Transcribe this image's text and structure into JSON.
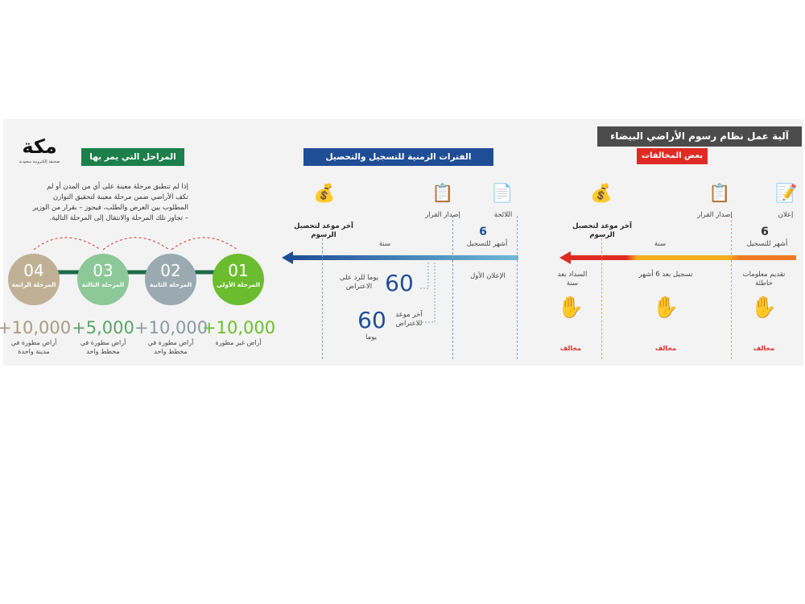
{
  "headers": {
    "main": "آلية عمل نظام رسوم الأراضي البيضاء",
    "violations": "بعض المخالفات",
    "periods": "الفترات الزمنية للتسجيل والتحصيل",
    "phases": "المراحل التي يمر بها"
  },
  "logo": {
    "text": "مكة",
    "tagline": "صحيفة إلكترونية سعودية"
  },
  "paragraph": "إذا لم تنطبق مرحلة معينة على أي من المدن أو لم تكف الأراضي ضمن مرحلة معينة لتحقيق التوازن المطلوب بين العرض والطلب، فيجوز – بقرار من الوزير – تجاوز تلك المرحلة والانتقال إلى المرحلة التالية.",
  "phases": [
    {
      "num": "01",
      "name": "المرحلة الأولى",
      "value": "+10,000",
      "desc": "أراض غير مطورة",
      "color": "#6bbd2f",
      "value_color": "#6bbd2f"
    },
    {
      "num": "02",
      "name": "المرحلة الثانية",
      "value": "+10,000",
      "desc": "أراض مطورة في مخطط واحد",
      "color": "#9aaab0",
      "value_color": "#8a9aa2"
    },
    {
      "num": "03",
      "name": "المرحلة الثالثة",
      "value": "+5,000",
      "desc": "أراض مطورة في مخطط واحد",
      "color": "#8cc898",
      "value_color": "#5aa36a"
    },
    {
      "num": "04",
      "name": "المرحلة الرابعة",
      "value": "+10,000",
      "desc": "أراض مطورة في مدينة واحدة",
      "color": "#c0b196",
      "value_color": "#a89c84"
    }
  ],
  "blue_timeline": {
    "deadline": "آخر موعد لتحصيل الرسوم",
    "decision": "إصدار القرار",
    "regulation": "اللائحة",
    "year": "سنة",
    "six": "6",
    "months": "أشهر للتسجيل",
    "first_announce": "الإعلان الأول",
    "days60_a": "60",
    "days60_a_text": "يوما للرد على الاعتراض",
    "days60_b": "60",
    "days60_b_text": "آخر موعد للاعتراض",
    "days60_b_unit": "يوما"
  },
  "red_timeline": {
    "deadline": "آخر موعد لتحصيل الرسوم",
    "decision": "إصدار القرار",
    "announce": "إعلان",
    "year": "سنة",
    "six": "6",
    "months": "أشهر للتسجيل",
    "v1": "تقديم معلومات خاطئة",
    "v2": "تسجيل بعد 6 أشهر",
    "v3": "السداد بعد سنة",
    "violator": "مخالف"
  }
}
